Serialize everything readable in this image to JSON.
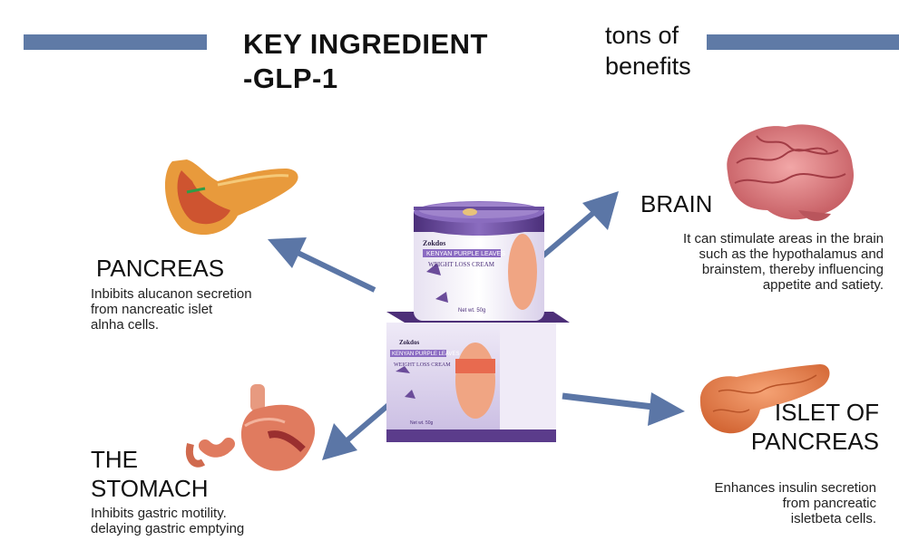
{
  "title": {
    "line1": "KEY INGREDIENT",
    "line2": "-GLP-1"
  },
  "subtitle": {
    "line1": "tons of",
    "line2": "benefits"
  },
  "product": {
    "brand": "Zokdos",
    "name": "KENYAN PURPLE LEAVES",
    "type": "WEIGHT LOSS CREAM",
    "net_wt": "Net wt. 50g"
  },
  "organs": {
    "pancreas": {
      "heading": "PANCREAS",
      "desc": [
        "Inbibits alucanon secretion",
        "from nancreatic islet",
        "alnha cells."
      ]
    },
    "brain": {
      "heading": "BRAIN",
      "desc": [
        "It can stimulate areas in the brain",
        "such as the hypothalamus and",
        "brainstem, thereby influencing",
        "appetite and satiety."
      ]
    },
    "stomach": {
      "heading_line1": "THE",
      "heading_line2": "STOMACH",
      "desc": [
        "Inhibits gastric motility.",
        "delaying gastric emptying"
      ]
    },
    "islet": {
      "heading_line1": "ISLET OF",
      "heading_line2": "PANCREAS",
      "desc": [
        "Enhances insulin secretion",
        "from pancreatic",
        "isletbeta cells."
      ]
    }
  },
  "colors": {
    "bar": "#5f7aa6",
    "arrow": "#5b76a6",
    "purple": "#6b4c9a",
    "organ": "#e0744a"
  }
}
